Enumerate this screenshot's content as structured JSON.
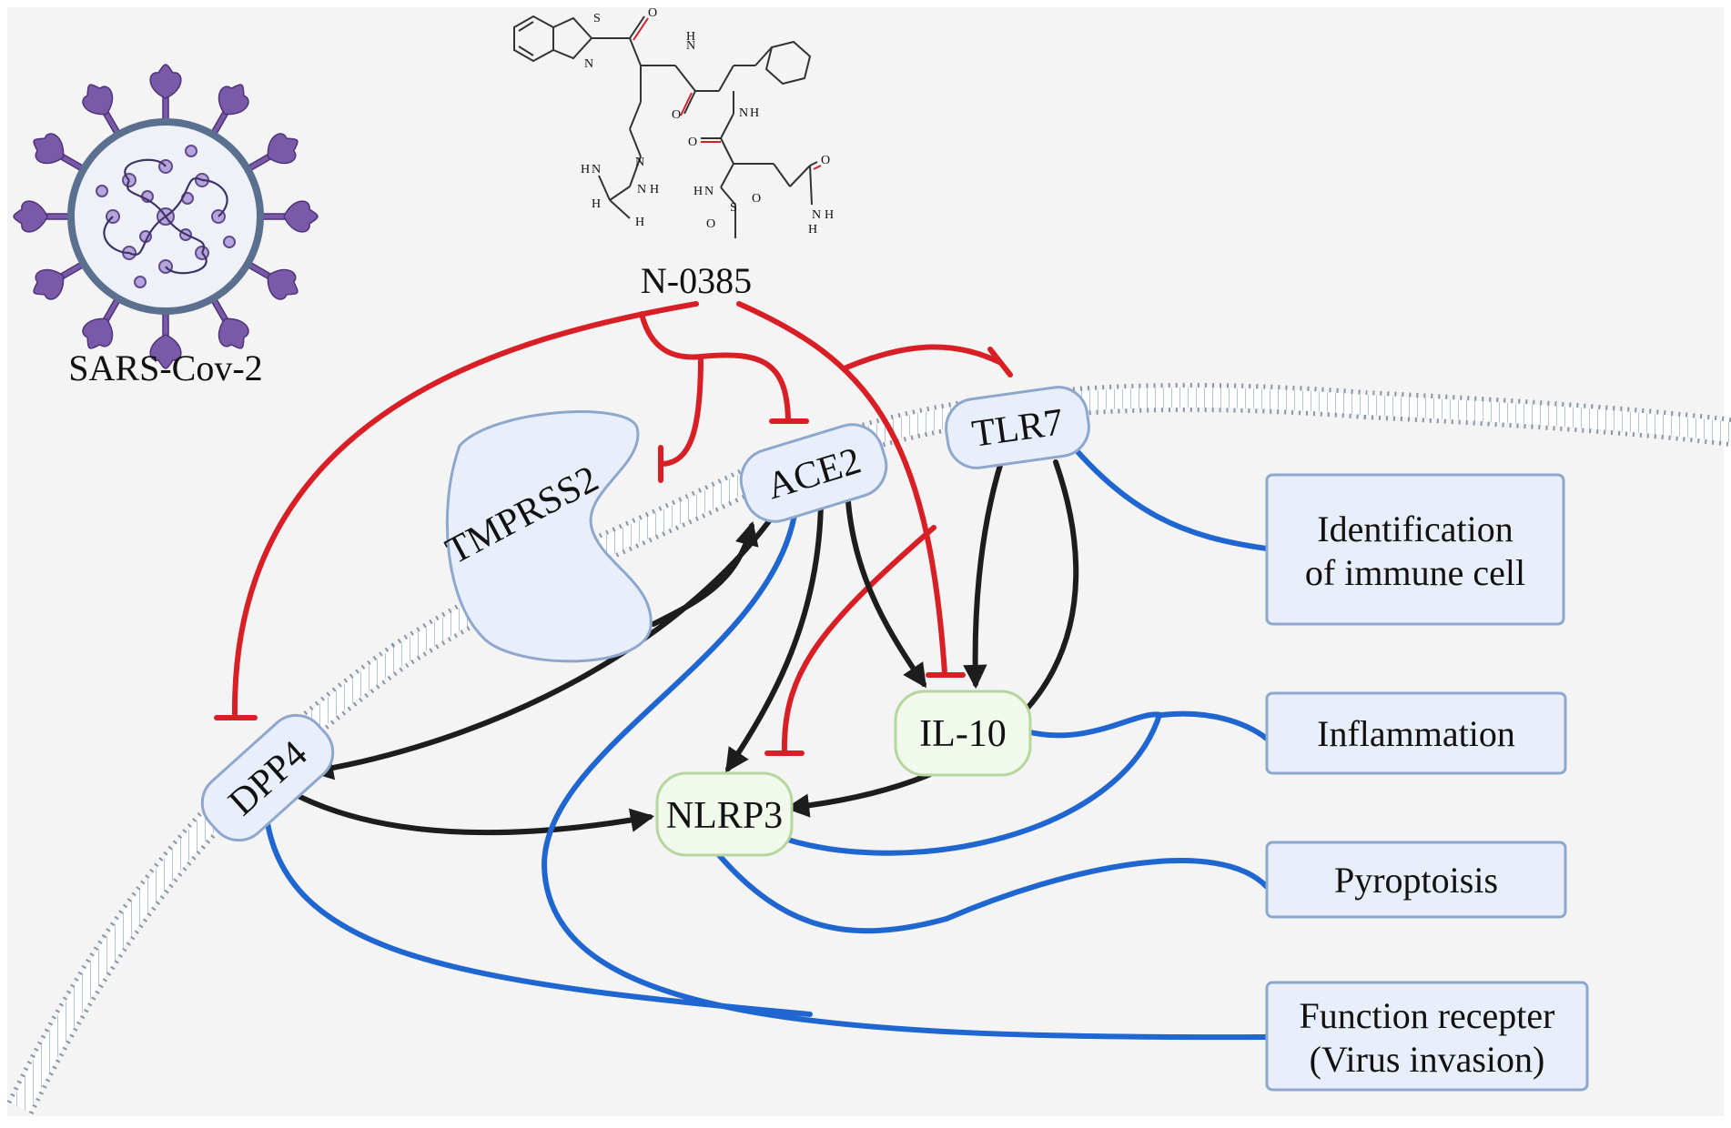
{
  "virus": {
    "label": "SARS-Cov-2"
  },
  "drug": {
    "label": "N-0385",
    "atoms": {
      "S1": "S",
      "O1": "O",
      "N1": "N",
      "NH1": "H",
      "N2": "N",
      "O2": "O",
      "N3": "N",
      "NH3": "H",
      "O3": "O",
      "N4": "N",
      "NH4": "H",
      "S2": "S",
      "O4": "O",
      "O5": "O",
      "O6": "O",
      "N5": "N",
      "NH5a": "H",
      "NH5b": "H",
      "N6": "N",
      "NH6": "H",
      "N7": "N",
      "NH7": "H",
      "N8": "N",
      "NH8a": "H",
      "NH8b": "H"
    }
  },
  "nodes": {
    "tmprss2": "TMPRSS2",
    "ace2": "ACE2",
    "tlr7": "TLR7",
    "dpp4": "DPP4",
    "il10": "IL-10",
    "nlrp3": "NLRP3"
  },
  "outcomes": {
    "identification": {
      "line1": "Identification",
      "line2": "of immune cell"
    },
    "inflammation": {
      "line1": "Inflammation"
    },
    "pyroptosis": {
      "line1": "Pyroptoisis"
    },
    "receptor": {
      "line1": "Function recepter",
      "line2": "(Virus invasion)"
    }
  },
  "colors": {
    "background": "#f4f4f4",
    "inhibition": "#d91f26",
    "activation": "#1d1d1d",
    "association": "#1f66d0",
    "receptor_fill": "#e8effa",
    "receptor_stroke": "#8ea7cc",
    "inflammasome_fill": "#f1f8ec",
    "inflammasome_stroke": "#b5d69d",
    "virus": "#7a59a8"
  },
  "icons": [
    "sars-cov-2-virus-icon",
    "n-0385-molecule-structure",
    "cell-membrane"
  ]
}
